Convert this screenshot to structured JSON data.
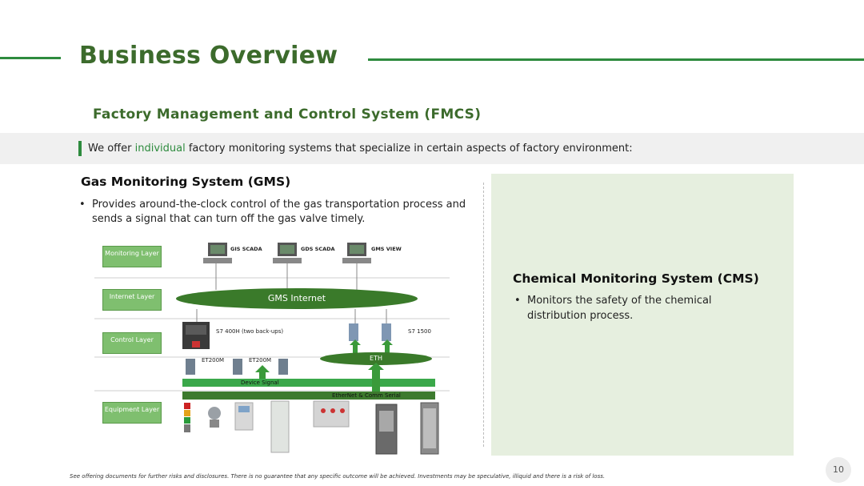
{
  "page": {
    "title": "Business Overview",
    "subtitle": "Factory Management and Control System (FMCS)",
    "page_number": "10"
  },
  "offer": {
    "prefix": "We offer ",
    "highlight": "individual",
    "suffix": " factory monitoring systems that specialize in certain aspects of factory environment:"
  },
  "gms": {
    "heading": "Gas Monitoring System (GMS)",
    "bullet_marker": "•",
    "bullet": "Provides around-the-clock control of the gas transportation process and sends a signal that can turn off the gas valve timely."
  },
  "cms": {
    "heading": "Chemical Monitoring System (CMS)",
    "bullet_marker": "•",
    "bullet": "Monitors the safety of the chemical distribution process."
  },
  "diagram": {
    "layers": [
      "Monitoring Layer",
      "Internet Layer",
      "Control Layer",
      "Equipment Layer"
    ],
    "workstations": [
      "GIS SCADA",
      "GDS SCADA",
      "GMS VIEW"
    ],
    "internet_label": "GMS Internet",
    "controller_label": "S7 400H (two back-ups)",
    "s7_1500_label": "S7 1500",
    "et200m_labels": [
      "ET200M",
      "ET200M"
    ],
    "eth_label": "ETH",
    "device_signal_label": "Device Signal",
    "ethernet_label": "EtherNet & Comm Serial",
    "colors": {
      "accent": "#2e8b3e",
      "oval": "#3a7a2a",
      "layer": "#7fbf6f"
    }
  },
  "footer": {
    "disclaimer": "See offering documents for further risks and disclosures. There is no guarantee that any specific outcome will be achieved. Investments may be speculative, illiquid and there is a risk of loss."
  }
}
